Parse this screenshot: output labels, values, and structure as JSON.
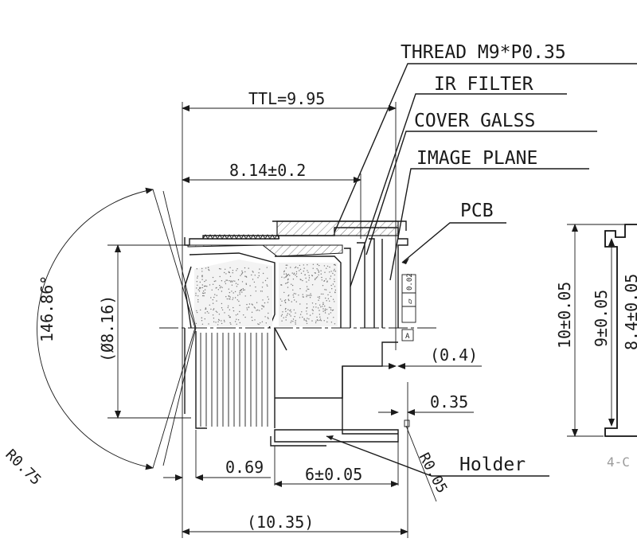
{
  "labels": {
    "thread": "THREAD M9*P0.35",
    "ir_filter": "IR FILTER",
    "cover_glass": "COVER GALSS",
    "image_plane": "IMAGE PLANE",
    "pcb": "PCB",
    "holder": "Holder"
  },
  "dimensions": {
    "ttl": "TTL=9.95",
    "flange": "8.14±0.2",
    "fov_angle": "146.86°",
    "lens_diameter": "(Ø8.16)",
    "gap": "(0.4)",
    "pcb_thickness": "0.35",
    "lens_offset": "0.69",
    "holder_height": "6±0.05",
    "total": "(10.35)",
    "radius_small": "R0.05",
    "radius_large": "R0.75",
    "holder_side": "10±0.05",
    "holder_inner": "9±0.05",
    "holder_partial": "8.4±0.05",
    "corner_note": "4-C"
  },
  "tolerance_frame": {
    "symbol": "▱",
    "value": "0.02",
    "datum": "A"
  },
  "colors": {
    "line": "#1a1a1a",
    "construction": "#9a9a9a"
  }
}
